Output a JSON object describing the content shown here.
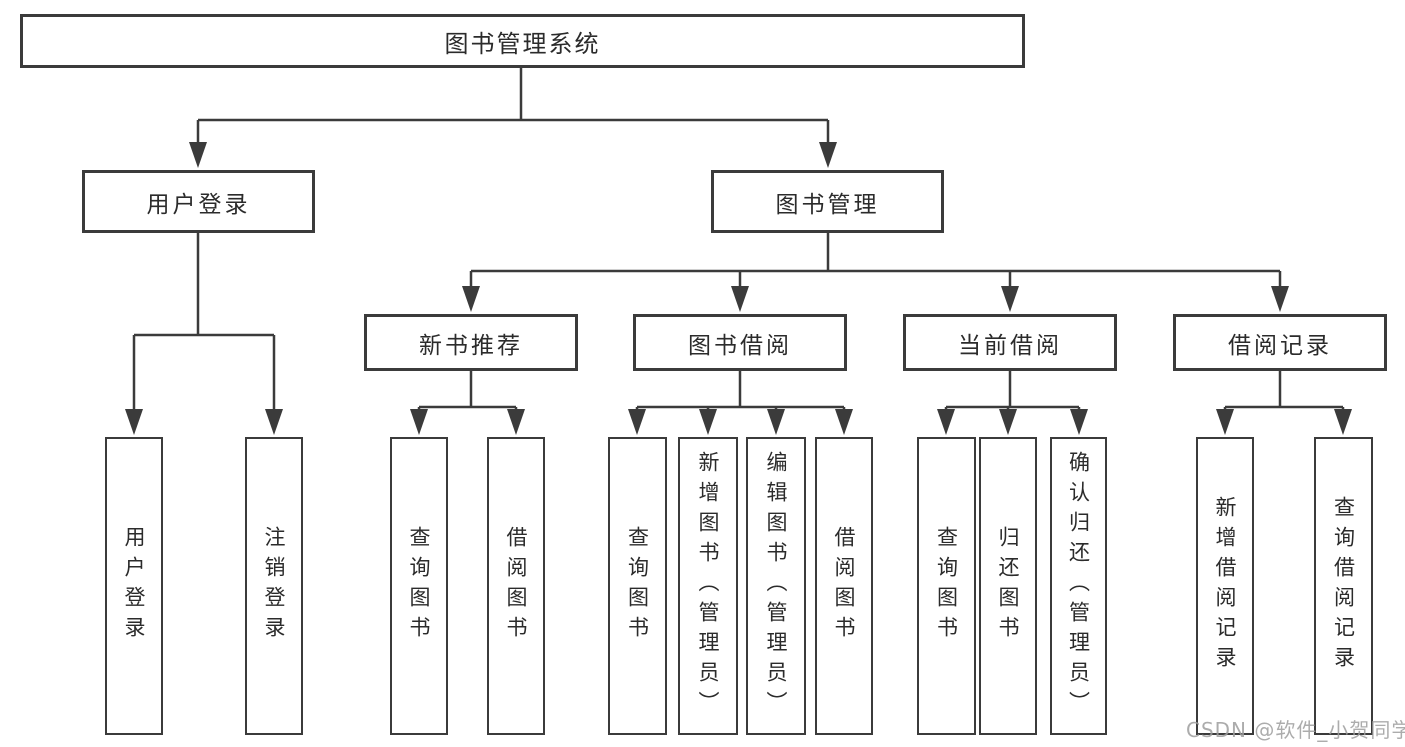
{
  "colors": {
    "line": "#3b3b3b",
    "box_border": "#3b3b3b",
    "text": "#2b2b2b",
    "background": "#ffffff",
    "watermark": "#9e9e9e"
  },
  "watermark": "CSDN @软件_小贺同学",
  "tree": {
    "root": {
      "label": "图书管理系统"
    },
    "children": [
      {
        "label": "用户登录",
        "children": [
          {
            "label": "用户登录"
          },
          {
            "label": "注销登录"
          }
        ]
      },
      {
        "label": "图书管理",
        "children": [
          {
            "label": "新书推荐",
            "children": [
              {
                "label": "查询图书"
              },
              {
                "label": "借阅图书"
              }
            ]
          },
          {
            "label": "图书借阅",
            "children": [
              {
                "label": "查询图书"
              },
              {
                "label": "新增图书（管理员）"
              },
              {
                "label": "编辑图书（管理员）"
              },
              {
                "label": "借阅图书"
              }
            ]
          },
          {
            "label": "当前借阅",
            "children": [
              {
                "label": "查询图书"
              },
              {
                "label": "归还图书"
              },
              {
                "label": "确认归还（管理员）"
              }
            ]
          },
          {
            "label": "借阅记录",
            "children": [
              {
                "label": "新增借阅记录"
              },
              {
                "label": "查询借阅记录"
              }
            ]
          }
        ]
      }
    ]
  }
}
